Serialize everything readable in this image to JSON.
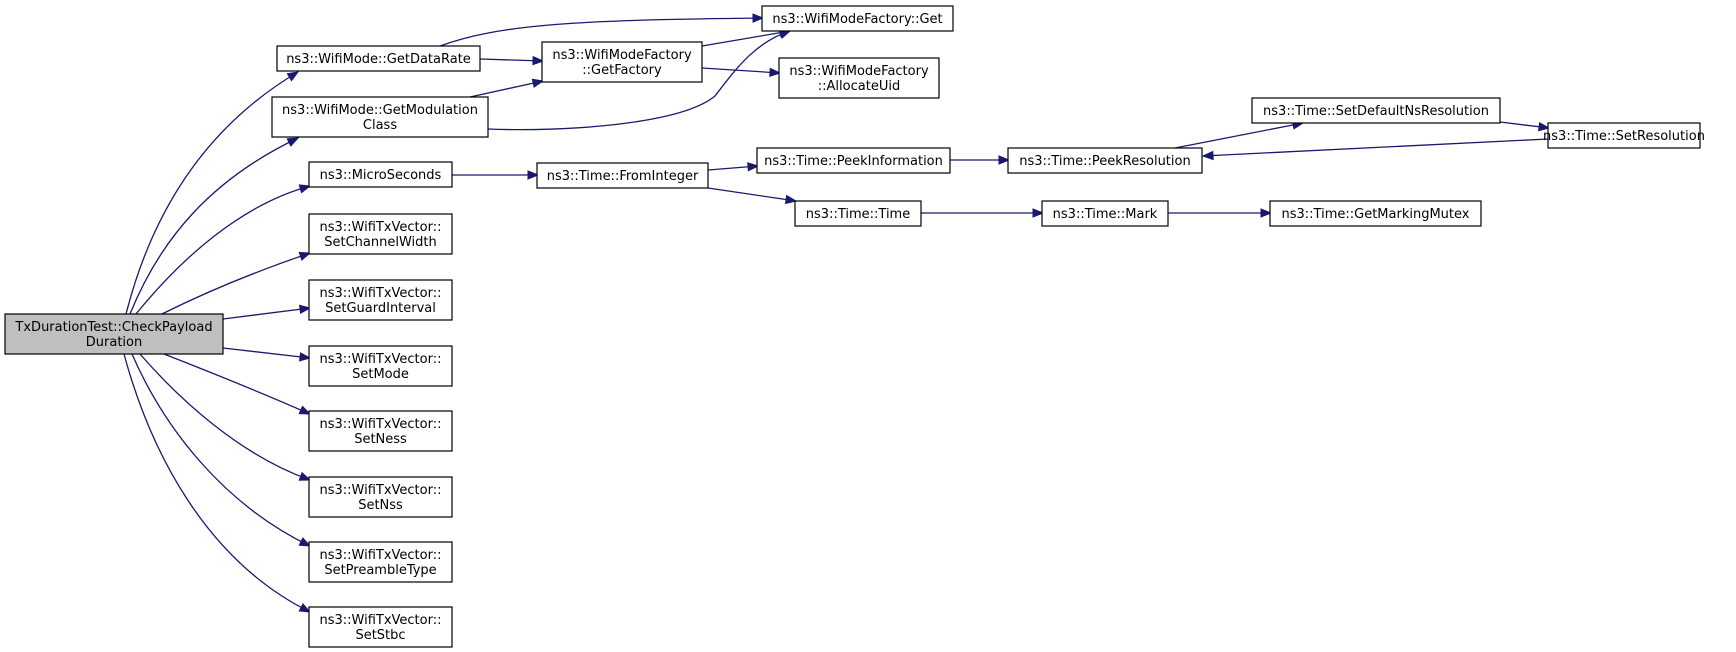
{
  "graph": {
    "edge_color": "#191970",
    "root_fill": "#bfbfbf",
    "node_fill": "#ffffff",
    "nodes": [
      {
        "id": "root",
        "lines": [
          "TxDurationTest::CheckPayload",
          "Duration"
        ],
        "root": true
      },
      {
        "id": "getdatarate",
        "lines": [
          "ns3::WifiMode::GetDataRate"
        ]
      },
      {
        "id": "getmodclass",
        "lines": [
          "ns3::WifiMode::GetModulation",
          "Class"
        ]
      },
      {
        "id": "microseconds",
        "lines": [
          "ns3::MicroSeconds"
        ]
      },
      {
        "id": "setchannelwidth",
        "lines": [
          "ns3::WifiTxVector::",
          "SetChannelWidth"
        ]
      },
      {
        "id": "setguardinterval",
        "lines": [
          "ns3::WifiTxVector::",
          "SetGuardInterval"
        ]
      },
      {
        "id": "setmode",
        "lines": [
          "ns3::WifiTxVector::",
          "SetMode"
        ]
      },
      {
        "id": "setness",
        "lines": [
          "ns3::WifiTxVector::",
          "SetNess"
        ]
      },
      {
        "id": "setnss",
        "lines": [
          "ns3::WifiTxVector::",
          "SetNss"
        ]
      },
      {
        "id": "setpreambletype",
        "lines": [
          "ns3::WifiTxVector::",
          "SetPreambleType"
        ]
      },
      {
        "id": "setstbc",
        "lines": [
          "ns3::WifiTxVector::",
          "SetStbc"
        ]
      },
      {
        "id": "factoryget",
        "lines": [
          "ns3::WifiModeFactory::Get"
        ]
      },
      {
        "id": "getfactory",
        "lines": [
          "ns3::WifiModeFactory",
          "::GetFactory"
        ]
      },
      {
        "id": "allocateuid",
        "lines": [
          "ns3::WifiModeFactory",
          "::AllocateUid"
        ]
      },
      {
        "id": "frominteger",
        "lines": [
          "ns3::Time::FromInteger"
        ]
      },
      {
        "id": "peekinformation",
        "lines": [
          "ns3::Time::PeekInformation"
        ]
      },
      {
        "id": "timetime",
        "lines": [
          "ns3::Time::Time"
        ]
      },
      {
        "id": "peekresolution",
        "lines": [
          "ns3::Time::PeekResolution"
        ]
      },
      {
        "id": "mark",
        "lines": [
          "ns3::Time::Mark"
        ]
      },
      {
        "id": "setdefaultns",
        "lines": [
          "ns3::Time::SetDefaultNsResolution"
        ]
      },
      {
        "id": "setresolution",
        "lines": [
          "ns3::Time::SetResolution"
        ]
      },
      {
        "id": "getmarkingmutex",
        "lines": [
          "ns3::Time::GetMarkingMutex"
        ]
      }
    ],
    "edges": [
      [
        "root",
        "getdatarate"
      ],
      [
        "root",
        "getmodclass"
      ],
      [
        "root",
        "microseconds"
      ],
      [
        "root",
        "setchannelwidth"
      ],
      [
        "root",
        "setguardinterval"
      ],
      [
        "root",
        "setmode"
      ],
      [
        "root",
        "setness"
      ],
      [
        "root",
        "setnss"
      ],
      [
        "root",
        "setpreambletype"
      ],
      [
        "root",
        "setstbc"
      ],
      [
        "getdatarate",
        "factoryget"
      ],
      [
        "getdatarate",
        "getfactory"
      ],
      [
        "getmodclass",
        "getfactory"
      ],
      [
        "getmodclass",
        "factoryget"
      ],
      [
        "getfactory",
        "factoryget"
      ],
      [
        "getfactory",
        "allocateuid"
      ],
      [
        "microseconds",
        "frominteger"
      ],
      [
        "frominteger",
        "peekinformation"
      ],
      [
        "frominteger",
        "timetime"
      ],
      [
        "peekinformation",
        "peekresolution"
      ],
      [
        "peekresolution",
        "setdefaultns"
      ],
      [
        "setdefaultns",
        "setresolution"
      ],
      [
        "setresolution",
        "peekresolution"
      ],
      [
        "timetime",
        "mark"
      ],
      [
        "mark",
        "getmarkingmutex"
      ]
    ]
  }
}
